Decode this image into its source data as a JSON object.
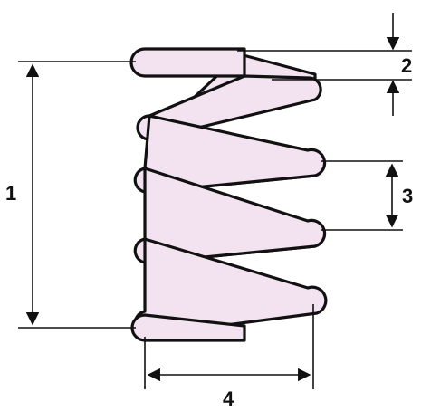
{
  "labels": {
    "free_length": "1",
    "wire_diameter": "2",
    "pitch": "3",
    "outer_diameter": "4"
  },
  "colors": {
    "coil_fill": "#f3e3f1",
    "line": "#111111",
    "background": "#ffffff"
  }
}
